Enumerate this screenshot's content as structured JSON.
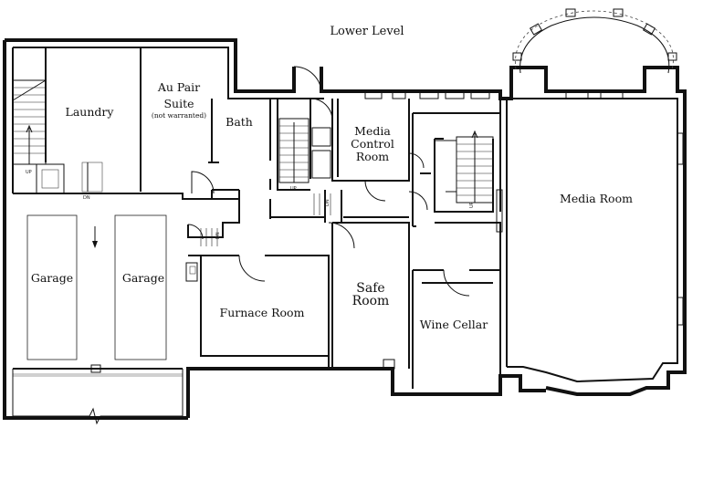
{
  "plan": {
    "level_title": "Lower Level",
    "rooms": {
      "laundry": "Laundry",
      "au_pair_line1": "Au Pair",
      "au_pair_line2": "Suite",
      "au_pair_note": "(not warranted)",
      "bath": "Bath",
      "media_control_line1": "Media",
      "media_control_line2": "Control",
      "media_control_line3": "Room",
      "media_room": "Media Room",
      "garage_left": "Garage",
      "garage_right": "Garage",
      "furnace_room": "Furnace Room",
      "safe_room_line1": "Safe",
      "safe_room_line2": "Room",
      "wine_cellar": "Wine Cellar"
    },
    "stair_marks": {
      "laundry_up": "UP",
      "laundry_dn": "DN",
      "center_up": "UP",
      "center_dn": "DN",
      "hall_dn": "DN",
      "media_up": "UP"
    },
    "colors": {
      "ink": "#111111",
      "paper": "#ffffff"
    }
  }
}
